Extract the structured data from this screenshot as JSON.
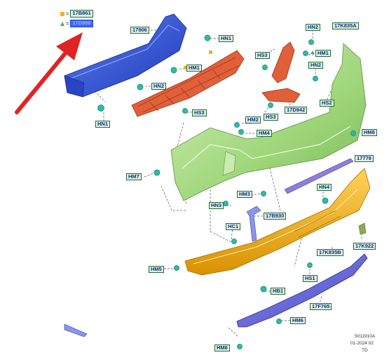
{
  "legend": {
    "square_code": "17B861",
    "triangle_code": "17D996",
    "equals": "="
  },
  "labels": {
    "c17906": "17906",
    "hn1_top": "HN1",
    "hm1_mid": "HM1",
    "hn2_left": "HN2",
    "hs3_left": "HS3",
    "hn1_left": "HN1",
    "hn2_top": "HN2",
    "c17k835a": "17K835A",
    "hs3_top": "HS3",
    "hm1_right": "HM1",
    "hn2_right": "HN2",
    "hs2": "HS2",
    "c17d942": "17D942",
    "hs3_mid": "HS3",
    "hm2": "HM2",
    "hm4": "HM4",
    "hm8": "HM8",
    "hm7": "HM7",
    "c17779": "17779",
    "hm3": "HM3",
    "hn3": "HN3",
    "hn4": "HN4",
    "c17b930": "17B930",
    "hc1": "HC1",
    "c17k922": "17K922",
    "c17k835b": "17K835B",
    "hm5": "HM5",
    "hs1": "HS1",
    "hb1": "HB1",
    "c17f765": "17F765",
    "hm6_right": "HM6",
    "hm6_left": "HM6"
  },
  "footer": {
    "code": "5011910A",
    "date": "01-2024 02",
    "initials": "TD"
  },
  "colors": {
    "impact_beam": "#2f52d8",
    "absorber": "#e0603a",
    "bumper_upper": "#a9dd85",
    "bumper_lower": "#f2b21c",
    "diffuser": "#6d6ee0",
    "clip": "#27bfa7",
    "arrow": "#e02424"
  }
}
